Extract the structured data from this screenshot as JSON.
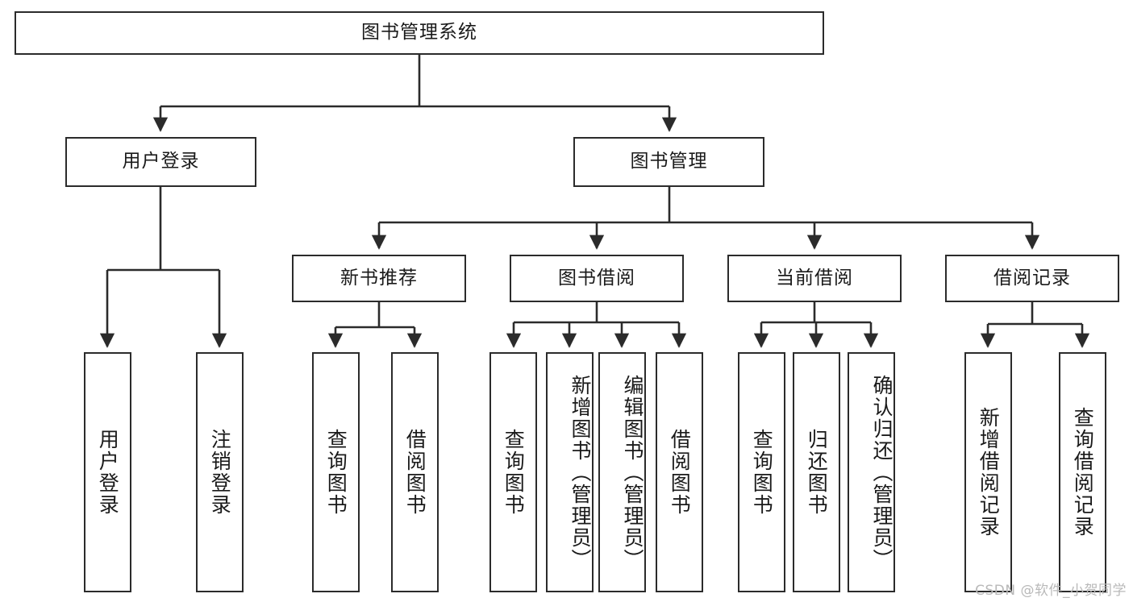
{
  "diagram": {
    "title": "图书管理系统",
    "type": "tree-hierarchy-chart",
    "watermark": "CSDN @软件_小贺同学",
    "stroke_color": "#2b2b2b",
    "fill_color": "#ffffff",
    "text_color": "#1a1a1a"
  },
  "nodes": {
    "root": {
      "label": "图书管理系统"
    },
    "level2": [
      {
        "label": "用户登录"
      },
      {
        "label": "图书管理"
      }
    ],
    "level3": [
      {
        "label": "新书推荐"
      },
      {
        "label": "图书借阅"
      },
      {
        "label": "当前借阅"
      },
      {
        "label": "借阅记录"
      }
    ],
    "leaves_user_login": [
      {
        "label": "用户登录"
      },
      {
        "label": "注销登录"
      }
    ],
    "leaves_new_book": [
      {
        "label": "查询图书"
      },
      {
        "label": "借阅图书"
      }
    ],
    "leaves_book_borrow": [
      {
        "label": "查询图书"
      },
      {
        "label": "新增图书（管理员）"
      },
      {
        "label": "编辑图书（管理员）"
      },
      {
        "label": "借阅图书"
      }
    ],
    "leaves_current_borrow": [
      {
        "label": "查询图书"
      },
      {
        "label": "归还图书"
      },
      {
        "label": "确认归还（管理员）"
      }
    ],
    "leaves_borrow_record": [
      {
        "label": "新增借阅记录"
      },
      {
        "label": "查询借阅记录"
      }
    ]
  }
}
